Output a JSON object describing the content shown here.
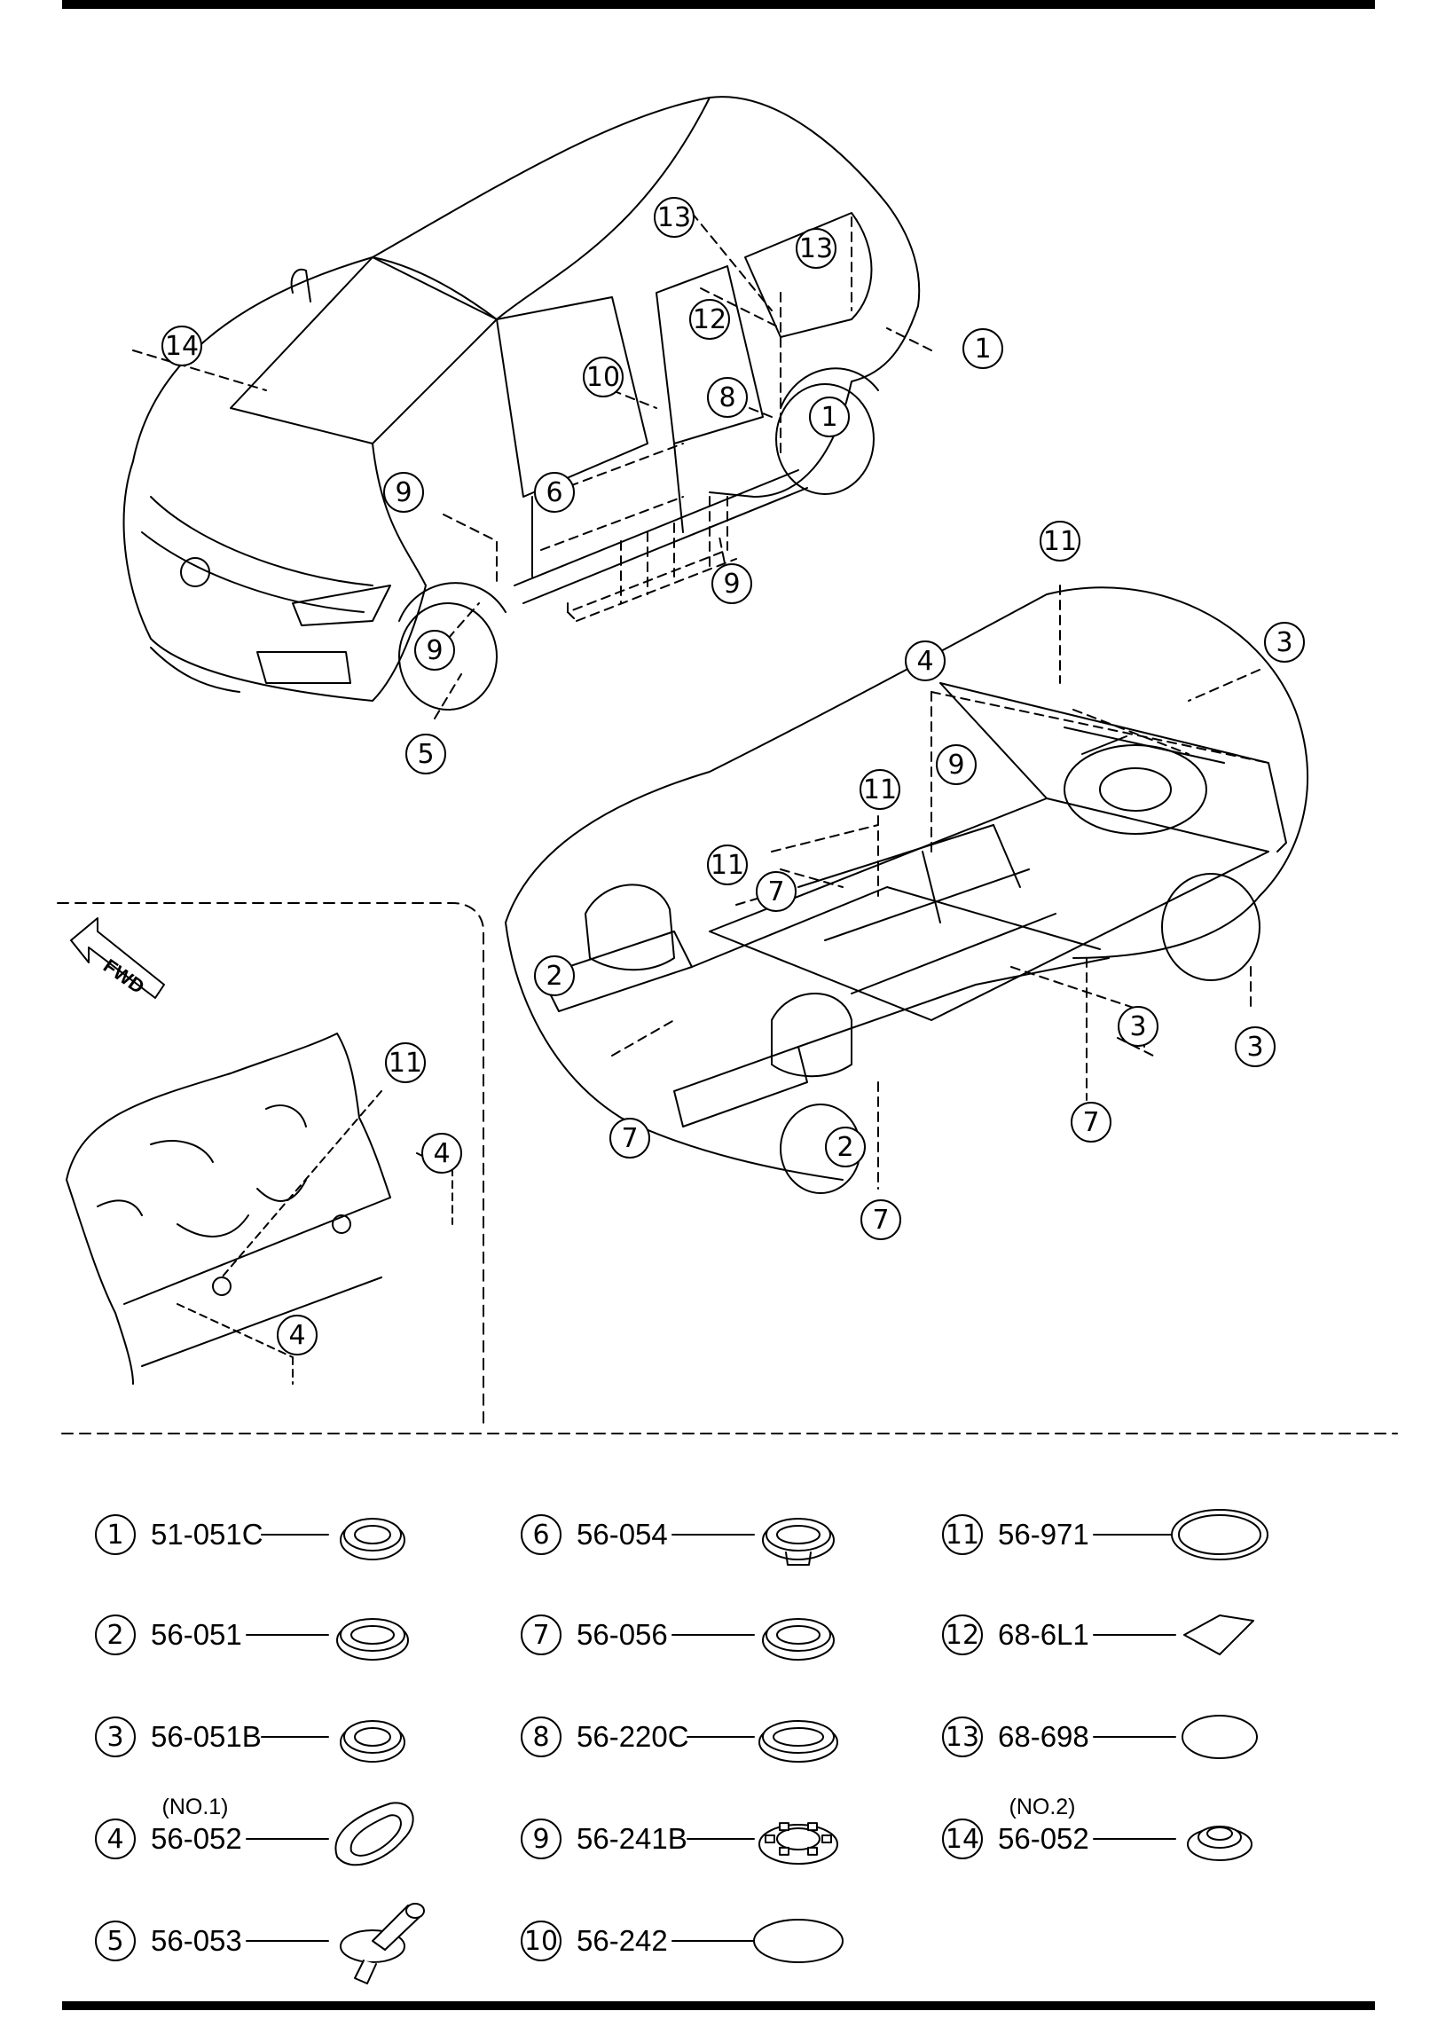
{
  "fwd_label": "FWD",
  "callouts": {
    "upper_car": [
      "14",
      "13",
      "13",
      "12",
      "10",
      "8",
      "1",
      "1",
      "9",
      "6",
      "9",
      "9",
      "5"
    ],
    "floor": [
      "11",
      "3",
      "4",
      "9",
      "11",
      "11",
      "7",
      "2",
      "3",
      "3",
      "7",
      "7",
      "2",
      "7"
    ],
    "inset": [
      "11",
      "4",
      "4"
    ]
  },
  "legend": [
    {
      "num": "1",
      "code": "51-051C",
      "note": "",
      "shape": "grommet-small"
    },
    {
      "num": "2",
      "code": "56-051",
      "note": "",
      "shape": "grommet"
    },
    {
      "num": "3",
      "code": "56-051B",
      "note": "",
      "shape": "grommet-small"
    },
    {
      "num": "4",
      "code": "56-052",
      "note": "(NO.1)",
      "shape": "oblong"
    },
    {
      "num": "5",
      "code": "56-053",
      "note": "",
      "shape": "clip"
    },
    {
      "num": "6",
      "code": "56-054",
      "note": "",
      "shape": "grommet-tall"
    },
    {
      "num": "7",
      "code": "56-056",
      "note": "",
      "shape": "grommet"
    },
    {
      "num": "8",
      "code": "56-220C",
      "note": "",
      "shape": "grommet-large"
    },
    {
      "num": "9",
      "code": "56-241B",
      "note": "",
      "shape": "cap-slots"
    },
    {
      "num": "10",
      "code": "56-242",
      "note": "",
      "shape": "ellipse"
    },
    {
      "num": "11",
      "code": "56-971",
      "note": "",
      "shape": "ring"
    },
    {
      "num": "12",
      "code": "68-6L1",
      "note": "",
      "shape": "patch"
    },
    {
      "num": "13",
      "code": "68-698",
      "note": "",
      "shape": "ellipse-small"
    },
    {
      "num": "14",
      "code": "56-052",
      "note": "(NO.2)",
      "shape": "grommet-stepped"
    }
  ]
}
